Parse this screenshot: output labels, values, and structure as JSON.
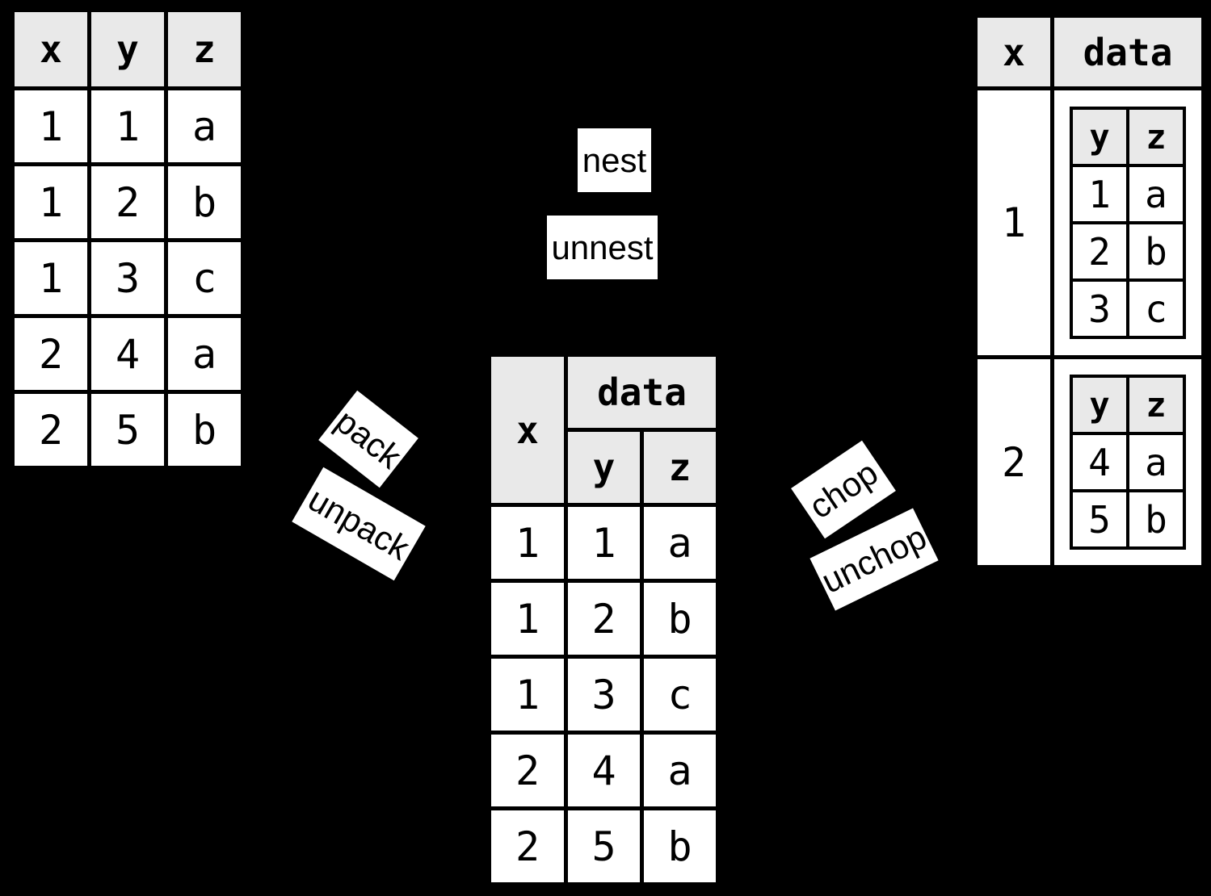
{
  "diagram": {
    "flat_table": {
      "headers": [
        "x",
        "y",
        "z"
      ],
      "rows": [
        [
          "1",
          "1",
          "a"
        ],
        [
          "1",
          "2",
          "b"
        ],
        [
          "1",
          "3",
          "c"
        ],
        [
          "2",
          "4",
          "a"
        ],
        [
          "2",
          "5",
          "b"
        ]
      ]
    },
    "packed_table": {
      "x_header": "x",
      "data_header": "data",
      "sub_headers": [
        "y",
        "z"
      ],
      "rows": [
        [
          "1",
          "1",
          "a"
        ],
        [
          "1",
          "2",
          "b"
        ],
        [
          "1",
          "3",
          "c"
        ],
        [
          "2",
          "4",
          "a"
        ],
        [
          "2",
          "5",
          "b"
        ]
      ]
    },
    "nested_table": {
      "x_header": "x",
      "data_header": "data",
      "groups": [
        {
          "x": "1",
          "sub_headers": [
            "y",
            "z"
          ],
          "rows": [
            [
              "1",
              "a"
            ],
            [
              "2",
              "b"
            ],
            [
              "3",
              "c"
            ]
          ]
        },
        {
          "x": "2",
          "sub_headers": [
            "y",
            "z"
          ],
          "rows": [
            [
              "4",
              "a"
            ],
            [
              "5",
              "b"
            ]
          ]
        }
      ]
    },
    "operations": {
      "nest": "nest",
      "unnest": "unnest",
      "pack": "pack",
      "unpack": "unpack",
      "chop": "chop",
      "unchop": "unchop"
    },
    "colors": {
      "background": "#000000",
      "header_fill": "#e9e9e9",
      "cell_fill": "#ffffff",
      "border": "#000000",
      "label_fill": "#ffffff",
      "text": "#000000"
    }
  }
}
